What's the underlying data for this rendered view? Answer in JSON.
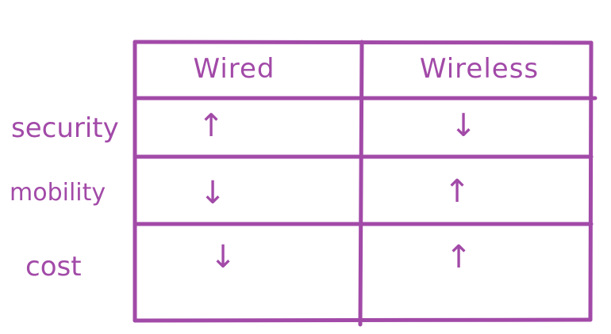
{
  "colors": {
    "ink": "#a24aa8",
    "background": "#ffffff"
  },
  "table": {
    "columns": [
      "Wired",
      "Wireless"
    ],
    "rows": [
      {
        "label": "security",
        "cells": [
          "↑",
          "↓"
        ]
      },
      {
        "label": "mobility",
        "cells": [
          "↓",
          "↑"
        ]
      },
      {
        "label": "cost",
        "cells": [
          "↓",
          "↑"
        ]
      }
    ]
  },
  "icons": {
    "up": "up-arrow-icon",
    "down": "down-arrow-icon"
  }
}
